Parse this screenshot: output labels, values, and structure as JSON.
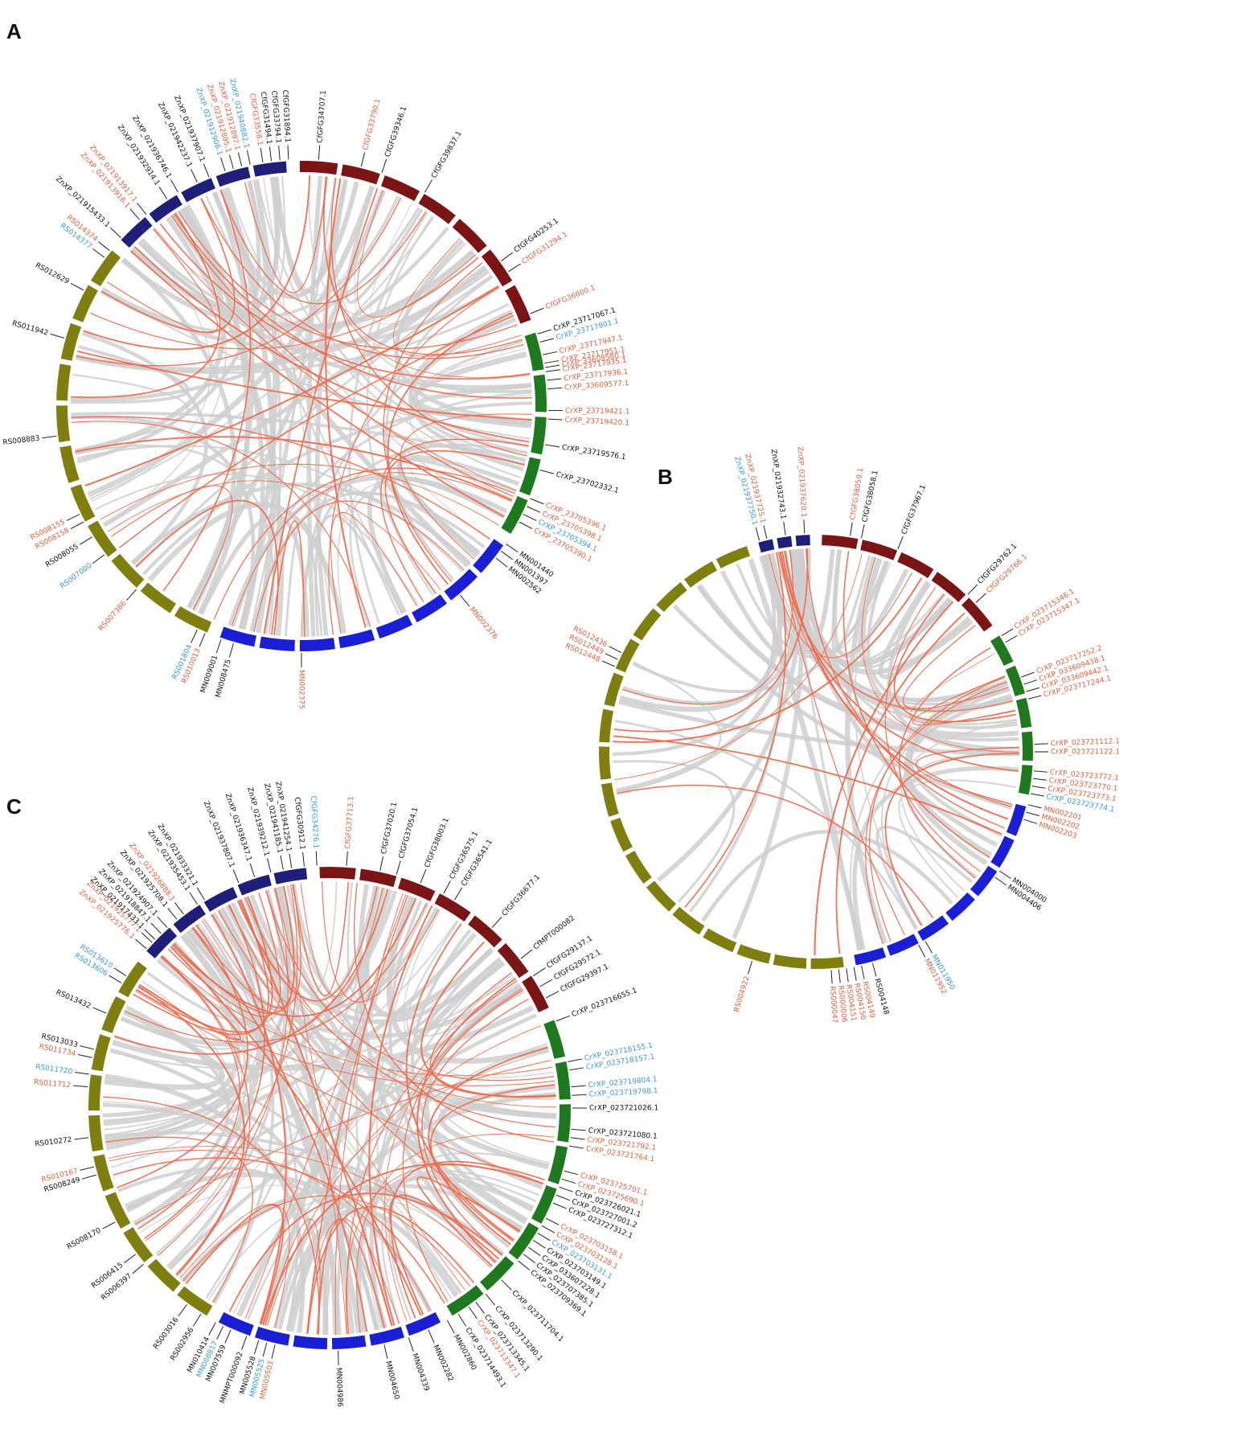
{
  "colors": {
    "Zn": "#1f1f7a",
    "Cf": "#7b1414",
    "Cr": "#1f7a1f",
    "MN": "#1a1fd6",
    "RS": "#7f7f10",
    "link_gray": "#cfcfcf",
    "link_red": "#ef6a4c",
    "label_black": "#111111",
    "label_red": "#e0613f",
    "label_blue": "#3a9ad9"
  },
  "panels": [
    {
      "letter": "A",
      "arcs": [
        {
          "sp": "Zn",
          "a0": -48,
          "a1": -3
        },
        {
          "sp": "Cf",
          "a0": -1,
          "a1": 70
        },
        {
          "sp": "Cr",
          "a0": 72,
          "a1": 122
        },
        {
          "sp": "MN",
          "a0": 124,
          "a1": 200
        },
        {
          "sp": "RS",
          "a0": 202,
          "a1": 310
        }
      ],
      "labels": [
        {
          "t": "ZnXP_021915433.1",
          "a": -47,
          "c": "black"
        },
        {
          "t": "ZnXP_021913918.1",
          "a": -41,
          "c": "red"
        },
        {
          "t": "ZnXP_021913917.1",
          "a": -39,
          "c": "red"
        },
        {
          "t": "ZnXP_021932914.1",
          "a": -33,
          "c": "black"
        },
        {
          "t": "ZnXP_021936746.1",
          "a": -30,
          "c": "black"
        },
        {
          "t": "ZnXP_021942237.1",
          "a": -25,
          "c": "black"
        },
        {
          "t": "ZnXP_021937907.1",
          "a": -22,
          "c": "black"
        },
        {
          "t": "ZnXP_021912906.1",
          "a": -18,
          "c": "blue"
        },
        {
          "t": "ZnXP_021912895.1",
          "a": -16,
          "c": "red"
        },
        {
          "t": "ZnXP_021912897.1",
          "a": -14,
          "c": "red"
        },
        {
          "t": "ZnXP_021940882.1",
          "a": -12,
          "c": "blue"
        },
        {
          "t": "CfGFG33558.1",
          "a": -9,
          "c": "red"
        },
        {
          "t": "CfGFG31494.1",
          "a": -7,
          "c": "black"
        },
        {
          "t": "CfGFG33794.1",
          "a": -5,
          "c": "black"
        },
        {
          "t": "CfGFG31894.1",
          "a": -3,
          "c": "black"
        },
        {
          "t": "CfGFG34707.1",
          "a": 4,
          "c": "black"
        },
        {
          "t": "CfGFG33790.1",
          "a": 14,
          "c": "red"
        },
        {
          "t": "CfGFG39346.1",
          "a": 19,
          "c": "black"
        },
        {
          "t": "CfGFG39837.1",
          "a": 30,
          "c": "black"
        },
        {
          "t": "CfGFG40253.1",
          "a": 54,
          "c": "black"
        },
        {
          "t": "CfGFG31294.1",
          "a": 57,
          "c": "red"
        },
        {
          "t": "CfGFG36600.1",
          "a": 68,
          "c": "red"
        },
        {
          "t": "CrXP_23717067.1",
          "a": 73,
          "c": "black"
        },
        {
          "t": "CrXP_23717901.1",
          "a": 75,
          "c": "blue"
        },
        {
          "t": "CrXP_23717947.1",
          "a": 78,
          "c": "red"
        },
        {
          "t": "CrXP_23717951.1",
          "a": 80,
          "c": "red"
        },
        {
          "t": "CrXP_33609580.1",
          "a": 81,
          "c": "red"
        },
        {
          "t": "CrXP_23717935.1",
          "a": 82,
          "c": "red"
        },
        {
          "t": "CrXP_23717936.1",
          "a": 84,
          "c": "red"
        },
        {
          "t": "CrXP_33609577.1",
          "a": 86,
          "c": "red"
        },
        {
          "t": "CrXP_23719421.1",
          "a": 91,
          "c": "red"
        },
        {
          "t": "CrXP_23719420.1",
          "a": 93,
          "c": "red"
        },
        {
          "t": "CrXP_23719576.1",
          "a": 99,
          "c": "black"
        },
        {
          "t": "CrXP_23702332.1",
          "a": 105,
          "c": "black"
        },
        {
          "t": "CrXP_23705396.1",
          "a": 112,
          "c": "red"
        },
        {
          "t": "CrXP_23705398.1",
          "a": 114,
          "c": "red"
        },
        {
          "t": "CrXP_23705394.1",
          "a": 116,
          "c": "blue"
        },
        {
          "t": "CrXP_23705390.1",
          "a": 118,
          "c": "red"
        },
        {
          "t": "MN001440",
          "a": 124,
          "c": "black"
        },
        {
          "t": "MN001397",
          "a": 126,
          "c": "black"
        },
        {
          "t": "MN002562",
          "a": 128,
          "c": "black"
        },
        {
          "t": "MN002376",
          "a": 140,
          "c": "red"
        },
        {
          "t": "MN002375",
          "a": 180,
          "c": "red"
        },
        {
          "t": "MN008475",
          "a": 196,
          "c": "black"
        },
        {
          "t": "MN009001",
          "a": 199,
          "c": "black"
        },
        {
          "t": "RS010013",
          "a": 203,
          "c": "red"
        },
        {
          "t": "RS001804",
          "a": 205,
          "c": "blue"
        },
        {
          "t": "RS007386",
          "a": 222,
          "c": "red"
        },
        {
          "t": "RS007000",
          "a": 233,
          "c": "blue"
        },
        {
          "t": "RS008055",
          "a": 238,
          "c": "black"
        },
        {
          "t": "RS008158",
          "a": 242,
          "c": "red"
        },
        {
          "t": "RS008155",
          "a": 244,
          "c": "red"
        },
        {
          "t": "RS008883",
          "a": 263,
          "c": "black"
        },
        {
          "t": "RS011942",
          "a": 286,
          "c": "black"
        },
        {
          "t": "RS012629",
          "a": 298,
          "c": "black"
        },
        {
          "t": "RS014377",
          "a": 307,
          "c": "blue"
        },
        {
          "t": "RS014374",
          "a": 309,
          "c": "red"
        }
      ]
    },
    {
      "letter": "B",
      "arcs": [
        {
          "sp": "Zn",
          "a0": -16,
          "a1": -1
        },
        {
          "sp": "Cf",
          "a0": 1,
          "a1": 55
        },
        {
          "sp": "Cr",
          "a0": 57,
          "a1": 102
        },
        {
          "sp": "MN",
          "a0": 104,
          "a1": 170
        },
        {
          "sp": "RS",
          "a0": 172,
          "a1": 342
        }
      ],
      "labels": [
        {
          "t": "ZnXP_021937750.1",
          "a": -15,
          "c": "blue"
        },
        {
          "t": "ZnXP_021937725.1",
          "a": -13,
          "c": "red"
        },
        {
          "t": "ZnXP_021932743.1",
          "a": -8,
          "c": "black"
        },
        {
          "t": "ZnXP_021937620.1",
          "a": -3,
          "c": "red"
        },
        {
          "t": "CfGFG38059.1",
          "a": 9,
          "c": "red"
        },
        {
          "t": "CfGFG38058.1",
          "a": 12,
          "c": "black"
        },
        {
          "t": "CfGFG37967.1",
          "a": 22,
          "c": "black"
        },
        {
          "t": "CfGFG29762.1",
          "a": 44,
          "c": "black"
        },
        {
          "t": "CfGFG29766.1",
          "a": 47,
          "c": "red"
        },
        {
          "t": "CrXP_023715346.1",
          "a": 58,
          "c": "red"
        },
        {
          "t": "CrXP_023715347.1",
          "a": 60,
          "c": "red"
        },
        {
          "t": "CrXP_023717252.2",
          "a": 70,
          "c": "red"
        },
        {
          "t": "CrXP_033609438.1",
          "a": 72,
          "c": "red"
        },
        {
          "t": "CrXP_033609442.1",
          "a": 74,
          "c": "red"
        },
        {
          "t": "CrXP_023717244.1",
          "a": 76,
          "c": "red"
        },
        {
          "t": "CrXP_023721112.1",
          "a": 88,
          "c": "red"
        },
        {
          "t": "CrXP_023721122.1",
          "a": 90,
          "c": "red"
        },
        {
          "t": "CrXP_023723772.1",
          "a": 95,
          "c": "red"
        },
        {
          "t": "CrXP_023723770.1",
          "a": 97,
          "c": "red"
        },
        {
          "t": "CrXP_023723773.1",
          "a": 99,
          "c": "red"
        },
        {
          "t": "CrXP_023723774.1",
          "a": 101,
          "c": "blue"
        },
        {
          "t": "MN002201",
          "a": 104,
          "c": "red"
        },
        {
          "t": "MN002202",
          "a": 106,
          "c": "red"
        },
        {
          "t": "MN002203",
          "a": 108,
          "c": "red"
        },
        {
          "t": "MN004000",
          "a": 123,
          "c": "black"
        },
        {
          "t": "MN004406",
          "a": 125,
          "c": "black"
        },
        {
          "t": "MN011950",
          "a": 150,
          "c": "blue"
        },
        {
          "t": "MN011952",
          "a": 152,
          "c": "red"
        },
        {
          "t": "RS004148",
          "a": 165,
          "c": "black"
        },
        {
          "t": "RS004149",
          "a": 168,
          "c": "red"
        },
        {
          "t": "RS004150",
          "a": 170,
          "c": "red"
        },
        {
          "t": "RS004151",
          "a": 172,
          "c": "red"
        },
        {
          "t": "RS000006",
          "a": 174,
          "c": "red"
        },
        {
          "t": "RS000047",
          "a": 176,
          "c": "red"
        },
        {
          "t": "RS004922",
          "a": 197,
          "c": "red"
        },
        {
          "t": "RS012448",
          "a": 293,
          "c": "red"
        },
        {
          "t": "RS012449",
          "a": 295,
          "c": "red"
        },
        {
          "t": "RS012436",
          "a": 297,
          "c": "red"
        }
      ]
    },
    {
      "letter": "C",
      "arcs": [
        {
          "sp": "Zn",
          "a0": -50,
          "a1": -5
        },
        {
          "sp": "Cf",
          "a0": -3,
          "a1": 66
        },
        {
          "sp": "Cr",
          "a0": 68,
          "a1": 150
        },
        {
          "sp": "MN",
          "a0": 152,
          "a1": 208
        },
        {
          "sp": "RS",
          "a0": 210,
          "a1": 308
        }
      ],
      "labels": [
        {
          "t": "ZnXP_021925776.1",
          "a": -49,
          "c": "red"
        },
        {
          "t": "ZnXP_021925777.1",
          "a": -47,
          "c": "red"
        },
        {
          "t": "ZnXP_021917433.1",
          "a": -46,
          "c": "black"
        },
        {
          "t": "ZnXP_021918847.1",
          "a": -44,
          "c": "black"
        },
        {
          "t": "ZnXP_021924907.1",
          "a": -42,
          "c": "black"
        },
        {
          "t": "ZnXP_021925708.1",
          "a": -39,
          "c": "black"
        },
        {
          "t": "ZnXP_021926888.1",
          "a": -37,
          "c": "red"
        },
        {
          "t": "ZnXP_021935453.1",
          "a": -33,
          "c": "black"
        },
        {
          "t": "ZnXP_021933321.1",
          "a": -31,
          "c": "black"
        },
        {
          "t": "ZnXP_021937807.1",
          "a": -22,
          "c": "black"
        },
        {
          "t": "ZnXP_021936347.1",
          "a": -18,
          "c": "black"
        },
        {
          "t": "ZnXP_021939212.1",
          "a": -14,
          "c": "black"
        },
        {
          "t": "ZnXP_021941185.1",
          "a": -11,
          "c": "black"
        },
        {
          "t": "ZnXP_021941254.1",
          "a": -9,
          "c": "black"
        },
        {
          "t": "CfGFG30912.1",
          "a": -6,
          "c": "black"
        },
        {
          "t": "CfGFG34276.1",
          "a": -3,
          "c": "blue"
        },
        {
          "t": "CfGFG37713.1",
          "a": 4,
          "c": "red"
        },
        {
          "t": "CfGFG37020.1",
          "a": 12,
          "c": "black"
        },
        {
          "t": "CfGFG37054.1",
          "a": 16,
          "c": "black"
        },
        {
          "t": "CfGFG38003.1",
          "a": 22,
          "c": "black"
        },
        {
          "t": "CfGFG36575.1",
          "a": 28,
          "c": "black"
        },
        {
          "t": "CfGFG36541.1",
          "a": 31,
          "c": "black"
        },
        {
          "t": "CfGFG36677.1",
          "a": 42,
          "c": "black"
        },
        {
          "t": "CfMPT000082",
          "a": 52,
          "c": "black"
        },
        {
          "t": "CfGFG29137.1",
          "a": 57,
          "c": "black"
        },
        {
          "t": "CfGFG29572.1",
          "a": 60,
          "c": "black"
        },
        {
          "t": "CfGFG29397.1",
          "a": 63,
          "c": "black"
        },
        {
          "t": "CrXP_023716655.1",
          "a": 69,
          "c": "black"
        },
        {
          "t": "CrXP_023718155.1",
          "a": 79,
          "c": "blue"
        },
        {
          "t": "CrXP_023718157.1",
          "a": 81,
          "c": "blue"
        },
        {
          "t": "CrXP_023719804.1",
          "a": 85,
          "c": "blue"
        },
        {
          "t": "CrXP_023719798.1",
          "a": 87,
          "c": "blue"
        },
        {
          "t": "CrXP_023721026.1",
          "a": 90,
          "c": "black"
        },
        {
          "t": "CrXP_023721080.1",
          "a": 95,
          "c": "black"
        },
        {
          "t": "CrXP_023721792.1",
          "a": 97,
          "c": "red"
        },
        {
          "t": "CrXP_023721764.1",
          "a": 99,
          "c": "red"
        },
        {
          "t": "CrXP_023725701.1",
          "a": 105,
          "c": "red"
        },
        {
          "t": "CrXP_023725690.1",
          "a": 107,
          "c": "red"
        },
        {
          "t": "CrXP_023726021.1",
          "a": 109,
          "c": "black"
        },
        {
          "t": "CrXP_023727001.2",
          "a": 111,
          "c": "black"
        },
        {
          "t": "CrXP_023727312.1",
          "a": 113,
          "c": "black"
        },
        {
          "t": "CrXP_023703158.1",
          "a": 117,
          "c": "red"
        },
        {
          "t": "CrXP_023703128.1",
          "a": 119,
          "c": "red"
        },
        {
          "t": "CrXP_023703131.1",
          "a": 121,
          "c": "blue"
        },
        {
          "t": "CrXP_023703149.1",
          "a": 123,
          "c": "black"
        },
        {
          "t": "CrXP_033607228.1",
          "a": 125,
          "c": "black"
        },
        {
          "t": "CrXP_023707385.1",
          "a": 127,
          "c": "black"
        },
        {
          "t": "CrXP_023709369.1",
          "a": 129,
          "c": "black"
        },
        {
          "t": "CrXP_023711704.1",
          "a": 135,
          "c": "black"
        },
        {
          "t": "CrXP_023713290.1",
          "a": 140,
          "c": "black"
        },
        {
          "t": "CrXP_023713345.1",
          "a": 143,
          "c": "black"
        },
        {
          "t": "CrXP_023713347.1",
          "a": 145,
          "c": "red"
        },
        {
          "t": "CrXP_023714493.1",
          "a": 148,
          "c": "black"
        },
        {
          "t": "MN002860",
          "a": 151,
          "c": "black"
        },
        {
          "t": "MN002282",
          "a": 156,
          "c": "black"
        },
        {
          "t": "MN004339",
          "a": 161,
          "c": "black"
        },
        {
          "t": "MN004650",
          "a": 167,
          "c": "black"
        },
        {
          "t": "MN004986",
          "a": 178,
          "c": "black"
        },
        {
          "t": "MN005503",
          "a": 193,
          "c": "red"
        },
        {
          "t": "MN005525",
          "a": 195,
          "c": "blue"
        },
        {
          "t": "MN005528",
          "a": 197,
          "c": "black"
        },
        {
          "t": "MNMPT000092",
          "a": 200,
          "c": "black"
        },
        {
          "t": "MN007559",
          "a": 204,
          "c": "black"
        },
        {
          "t": "MN008817",
          "a": 206,
          "c": "blue"
        },
        {
          "t": "MN010414",
          "a": 208,
          "c": "black"
        },
        {
          "t": "RS002956",
          "a": 212,
          "c": "black"
        },
        {
          "t": "RS003016",
          "a": 216,
          "c": "black"
        },
        {
          "t": "RS006397",
          "a": 230,
          "c": "black"
        },
        {
          "t": "RS006415",
          "a": 233,
          "c": "black"
        },
        {
          "t": "RS008170",
          "a": 242,
          "c": "black"
        },
        {
          "t": "RS008249",
          "a": 254,
          "c": "black"
        },
        {
          "t": "RS010167",
          "a": 256,
          "c": "red"
        },
        {
          "t": "RS010272",
          "a": 263,
          "c": "black"
        },
        {
          "t": "RS011712",
          "a": 275,
          "c": "red"
        },
        {
          "t": "RS011720",
          "a": 278,
          "c": "blue"
        },
        {
          "t": "RS011734",
          "a": 282,
          "c": "red"
        },
        {
          "t": "RS013033",
          "a": 284,
          "c": "black"
        },
        {
          "t": "RS013432",
          "a": 293,
          "c": "black"
        },
        {
          "t": "RS013606",
          "a": 301,
          "c": "blue"
        },
        {
          "t": "RS013610",
          "a": 303,
          "c": "blue"
        }
      ]
    }
  ]
}
